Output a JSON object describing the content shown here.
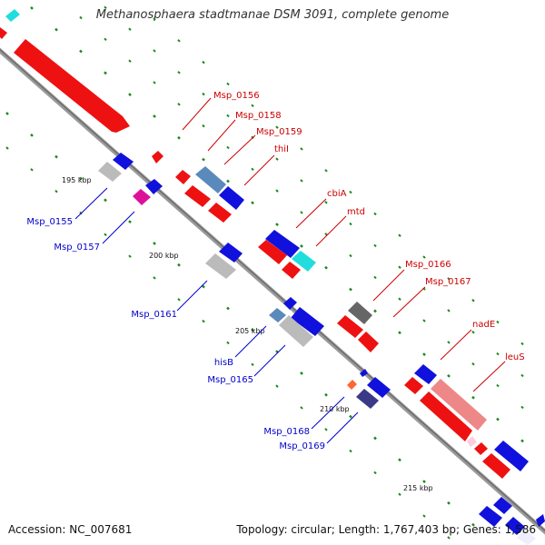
{
  "title": "Methanosphaera stadtmanae DSM 3091, complete genome",
  "footer": {
    "accession": "Accession: NC_007681",
    "summary": "Topology: circular; Length: 1,767,403 bp; Genes: 1,586"
  },
  "colors": {
    "forward": "#ee1111",
    "reverse": "#1111dd",
    "backbone": "#888888",
    "ticks": "#1a8a1a",
    "forward_label": "#cc0000",
    "reverse_label": "#0000cc"
  },
  "scale_labels": [
    "195 kbp",
    "200 kbp",
    "205 kbp",
    "210 kbp",
    "215 kbp"
  ],
  "forward_labels": [
    "Msp_0156",
    "Msp_0158",
    "Msp_0159",
    "thiI",
    "cbiA",
    "mtd",
    "Msp_0166",
    "Msp_0167",
    "nadE",
    "leuS"
  ],
  "reverse_labels": [
    "Msp_0155",
    "Msp_0157",
    "Msp_0161",
    "hisB",
    "Msp_0165",
    "Msp_0168",
    "Msp_0169"
  ]
}
